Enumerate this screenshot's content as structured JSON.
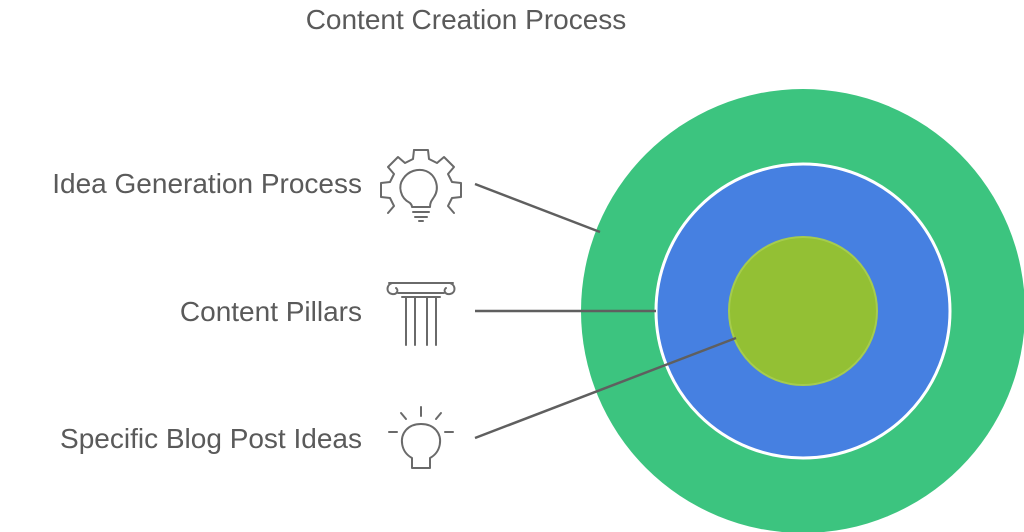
{
  "title": "Content Creation Process",
  "layers": [
    {
      "label": "Idea Generation Process",
      "icon": "gear-lightbulb-icon",
      "color": "#3cc47f"
    },
    {
      "label": "Content Pillars",
      "icon": "pillar-icon",
      "color": "#4680e1"
    },
    {
      "label": "Specific Blog Post Ideas",
      "icon": "lightbulb-icon",
      "color": "#93c034"
    }
  ],
  "colors": {
    "text": "#5a5a5a",
    "line": "#5f5f5f",
    "icon": "#6a6a6a",
    "ring_border": "#ffffff"
  }
}
